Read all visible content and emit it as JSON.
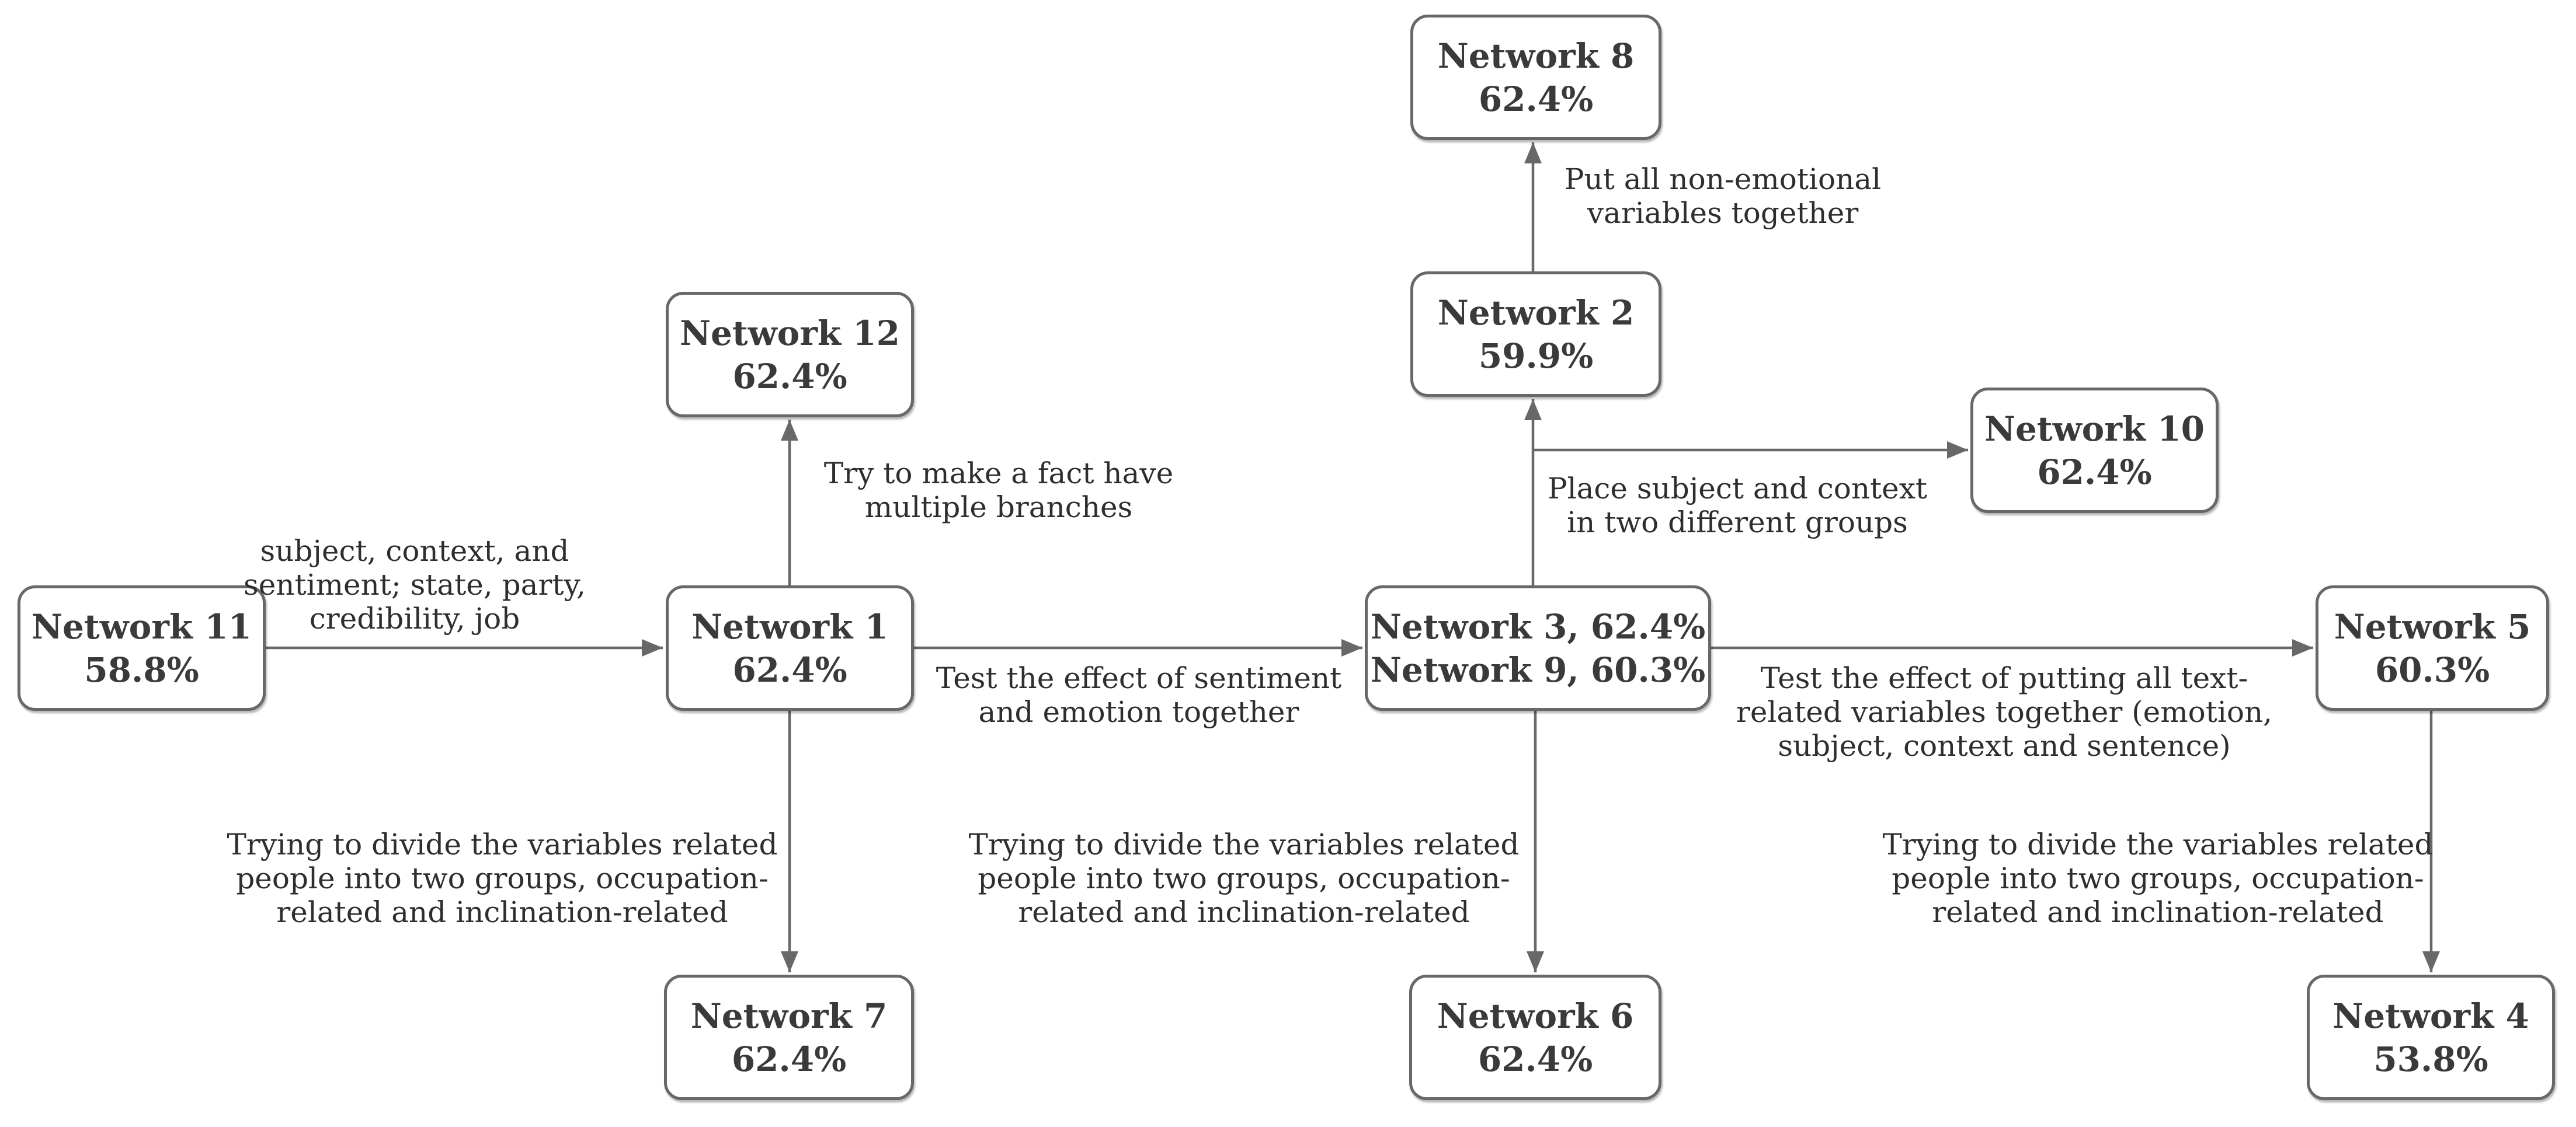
{
  "diagram": {
    "nodes": {
      "n8": {
        "title": "Network 8",
        "value": "62.4%"
      },
      "n2": {
        "title": "Network 2",
        "value": "59.9%"
      },
      "n12": {
        "title": "Network 12",
        "value": "62.4%"
      },
      "n10": {
        "title": "Network 10",
        "value": "62.4%"
      },
      "n11": {
        "title": "Network 11",
        "value": "58.8%"
      },
      "n1": {
        "title": "Network 1",
        "value": "62.4%"
      },
      "n39": {
        "line1": "Network 3, 62.4%",
        "line2": "Network 9, 60.3%"
      },
      "n5": {
        "title": "Network 5",
        "value": "60.3%"
      },
      "n7": {
        "title": "Network 7",
        "value": "62.4%"
      },
      "n6": {
        "title": "Network 6",
        "value": "62.4%"
      },
      "n4": {
        "title": "Network 4",
        "value": "53.8%"
      }
    },
    "edge_labels": {
      "to_n1": {
        "lines": [
          "subject, context, and",
          "sentiment; state, party,",
          "credibility, job"
        ]
      },
      "to_n12": {
        "lines": [
          "Try to make a fact have",
          "multiple branches"
        ]
      },
      "to_n39": {
        "lines": [
          "Test the effect of sentiment",
          "and emotion together"
        ]
      },
      "to_n8": {
        "lines": [
          "Put all non-emotional",
          "variables together"
        ]
      },
      "to_n10": {
        "lines": [
          "Place subject and context",
          "in two different groups"
        ]
      },
      "to_n5": {
        "lines": [
          "Test the effect of putting all text-",
          "related variables together (emotion,",
          "subject, context and sentence)"
        ]
      },
      "to_n7": {
        "lines": [
          "Trying to divide the variables related",
          "people into two groups, occupation-",
          "related and inclination-related"
        ]
      },
      "to_n6": {
        "lines": [
          "Trying to divide the variables related",
          "people into two groups, occupation-",
          "related and inclination-related"
        ]
      },
      "to_n4": {
        "lines": [
          "Trying to divide the variables related",
          "people into two groups, occupation-",
          "related and inclination-related"
        ]
      }
    },
    "colors": {
      "background": "#ffffff",
      "border": "#686868",
      "arrow": "#686868",
      "box_text": "#3a3a3a",
      "label_text": "#2e2e2e"
    }
  }
}
